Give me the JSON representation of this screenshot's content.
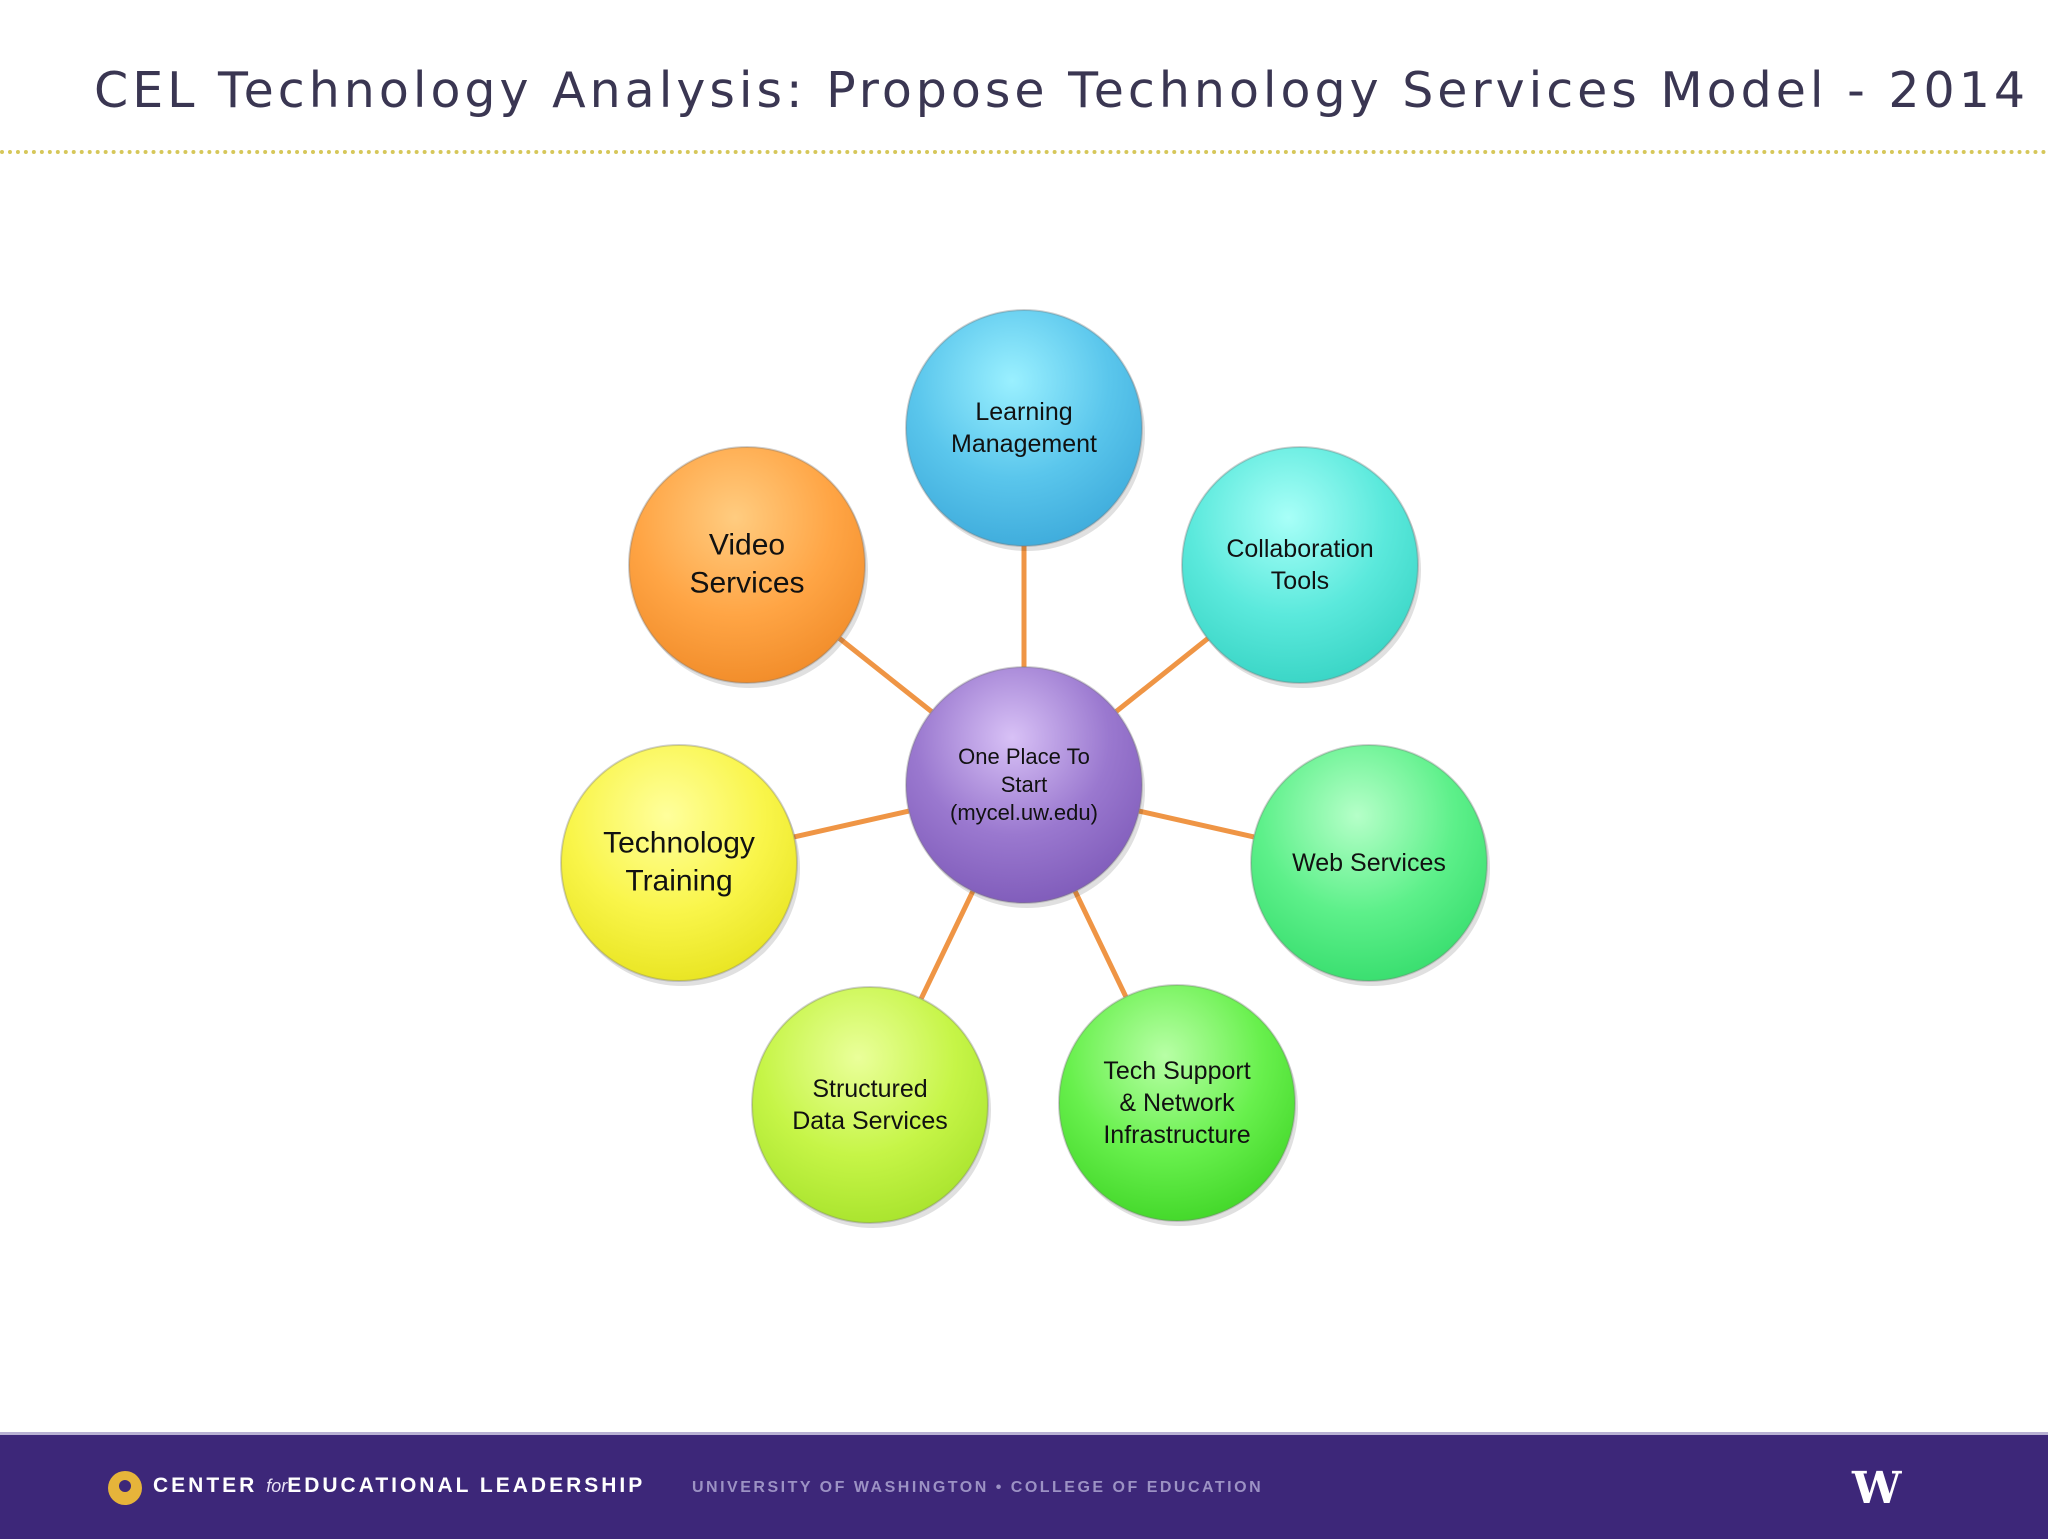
{
  "title": "CEL Technology Analysis: Propose Technology Services Model - 2014",
  "diagram": {
    "center": {
      "label": "One Place To\nStart\n(mycel.uw.edu)",
      "colors": [
        "#d8c1f6",
        "#9a78cf",
        "#7d59b8"
      ]
    },
    "nodes": [
      {
        "label": "Learning\nManagement",
        "colors": [
          "#9af0ff",
          "#5ac6ec",
          "#3ca9da"
        ]
      },
      {
        "label": "Collaboration\nTools",
        "colors": [
          "#a8fff8",
          "#5be9dc",
          "#36d3c3"
        ]
      },
      {
        "label": "Web Services",
        "colors": [
          "#b5ffc8",
          "#5df08a",
          "#35dc6c"
        ]
      },
      {
        "label": "Tech Support\n& Network\nInfrastructure",
        "colors": [
          "#b8ffa6",
          "#68f04d",
          "#3fd526"
        ]
      },
      {
        "label": "Structured\nData Services",
        "colors": [
          "#eaff9a",
          "#c6f547",
          "#a6e22b"
        ]
      },
      {
        "label": "Technology\nTraining",
        "colors": [
          "#ffff9c",
          "#f9f54a",
          "#e7e31e"
        ]
      },
      {
        "label": "Video\nServices",
        "colors": [
          "#ffcc80",
          "#ffa545",
          "#f08a27"
        ]
      }
    ],
    "connector_color": "#ef9545"
  },
  "footer": {
    "brand_left": "CENTER ",
    "brand_for": "for",
    "brand_right": "EDUCATIONAL LEADERSHIP",
    "affiliation": "UNIVERSITY OF WASHINGTON • COLLEGE OF EDUCATION",
    "w_mark": "W"
  }
}
